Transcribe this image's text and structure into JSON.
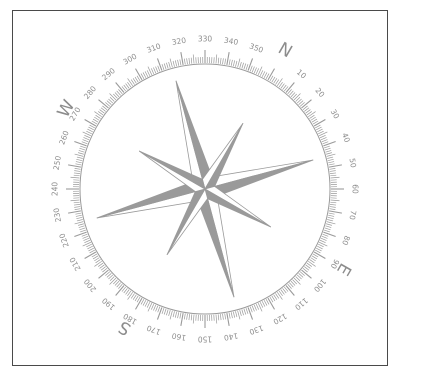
{
  "diagram": {
    "name": "compass-rose",
    "rotation_deg": 30,
    "colors": {
      "line": "#9a9a9a",
      "text": "#8c8c8c",
      "star_fill": "#9a9a9a",
      "frame": "#4a4a4a"
    },
    "cardinals": [
      {
        "label": "N",
        "bearing": 0
      },
      {
        "label": "E",
        "bearing": 90
      },
      {
        "label": "S",
        "bearing": 180
      },
      {
        "label": "W",
        "bearing": 270
      }
    ],
    "degree_labels": [
      "10",
      "20",
      "30",
      "40",
      "50",
      "60",
      "70",
      "80",
      "90",
      "100",
      "110",
      "120",
      "130",
      "140",
      "150",
      "160",
      "170",
      "180",
      "190",
      "200",
      "210",
      "220",
      "230",
      "240",
      "250",
      "260",
      "270",
      "280",
      "290",
      "300",
      "310",
      "320",
      "330",
      "340",
      "350"
    ]
  }
}
